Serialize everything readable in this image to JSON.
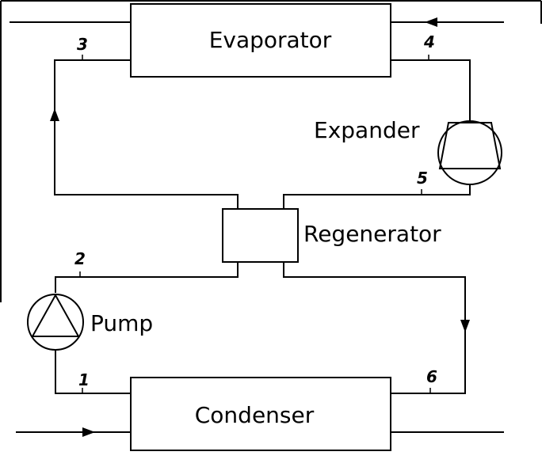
{
  "components": {
    "evaporator": "Evaporator",
    "expander": "Expander",
    "regenerator": "Regenerator",
    "pump": "Pump",
    "condenser": "Condenser"
  },
  "states": {
    "s1": "1",
    "s2": "2",
    "s3": "3",
    "s4": "4",
    "s5": "5",
    "s6": "6"
  }
}
